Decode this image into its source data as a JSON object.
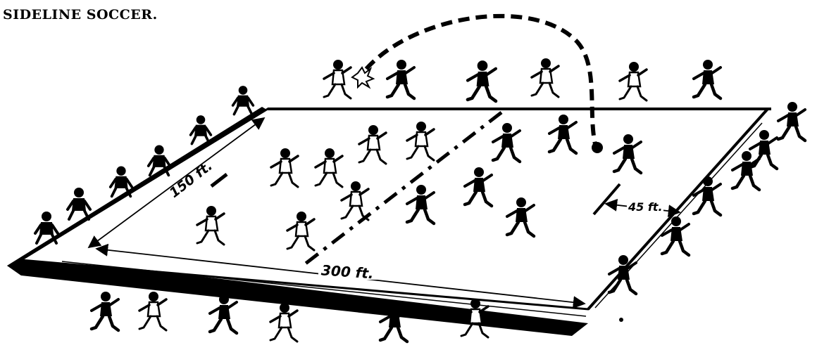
{
  "title": "SIDELINE SOCCER.",
  "dimensions": {
    "width_label": "150 ft.",
    "length_label": "300 ft.",
    "restraining_label": "45 ft."
  },
  "colors": {
    "ink": "#000000",
    "paper": "#ffffff"
  }
}
